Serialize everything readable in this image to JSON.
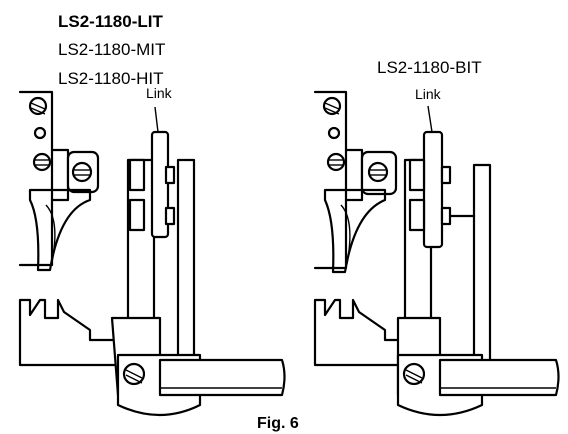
{
  "left_models": [
    "LS2-1180-LIT",
    "LS2-1180-MIT",
    "LS2-1180-HIT"
  ],
  "right_model": "LS2-1180-BIT",
  "callouts": {
    "left": "Link",
    "right": "Link"
  },
  "caption": "Fig. 6"
}
